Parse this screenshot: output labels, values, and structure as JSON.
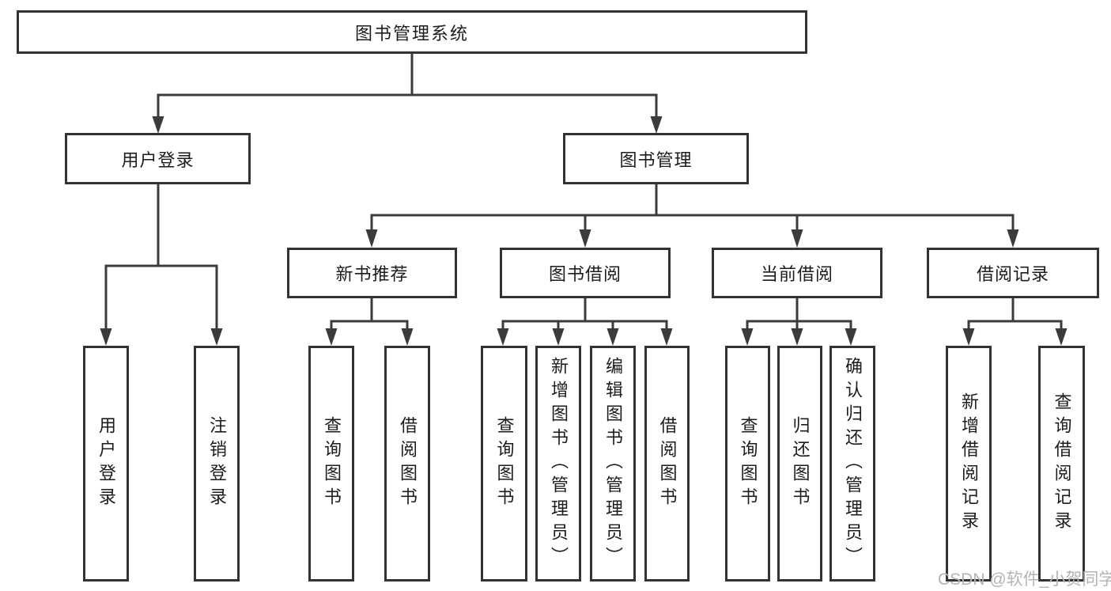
{
  "tree": {
    "root": "图书管理系统",
    "level2": [
      "用户登录",
      "图书管理"
    ],
    "level3": [
      "新书推荐",
      "图书借阅",
      "当前借阅",
      "借阅记录"
    ],
    "level4": {
      "user_login": [
        "用户登录",
        "注销登录"
      ],
      "new_book": [
        "查询图书",
        "借阅图书"
      ],
      "book_borrow": [
        "查询图书",
        "新增图书（管理员）",
        "编辑图书（管理员）",
        "借阅图书"
      ],
      "current_borrow": [
        "查询图书",
        "归还图书",
        "确认归还（管理员）"
      ],
      "borrow_records": [
        "新增借阅记录",
        "查询借阅记录"
      ]
    }
  },
  "watermark": "CSDN @软件_小贺同学",
  "colors": {
    "line": "#3b3b3b",
    "border": "#333333",
    "text": "#1c1c1c",
    "watermark": "#b4b4b4",
    "background": "#ffffff"
  }
}
